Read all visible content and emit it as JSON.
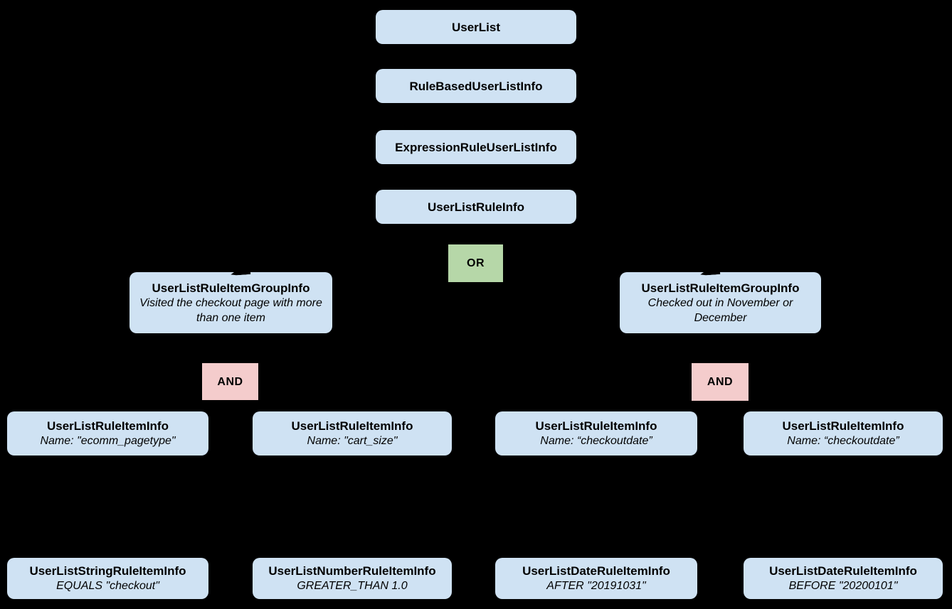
{
  "diagram": {
    "background_color": "#000000",
    "colors": {
      "class_box_fill": "#cfe2f3",
      "or_box_fill": "#b6d7a8",
      "and_box_fill": "#f4cccc",
      "text": "#000000"
    },
    "chain": [
      {
        "label": "UserList"
      },
      {
        "label": "RuleBasedUserListInfo"
      },
      {
        "label": "ExpressionRuleUserListInfo"
      },
      {
        "label": "UserListRuleInfo"
      }
    ],
    "or_node": {
      "label": "OR"
    },
    "and_nodes": [
      {
        "label": "AND"
      },
      {
        "label": "AND"
      }
    ],
    "groups": [
      {
        "title": "UserListRuleItemGroupInfo",
        "note": "Visited the checkout page with more than one item"
      },
      {
        "title": "UserListRuleItemGroupInfo",
        "note": "Checked out in November or December"
      }
    ],
    "rule_items": [
      {
        "title": "UserListRuleItemInfo",
        "note": "Name: \"ecomm_pagetype\""
      },
      {
        "title": "UserListRuleItemInfo",
        "note": "Name: \"cart_size\""
      },
      {
        "title": "UserListRuleItemInfo",
        "note": "Name: “checkoutdate”"
      },
      {
        "title": "UserListRuleItemInfo",
        "note": "Name: “checkoutdate”"
      }
    ],
    "operand_items": [
      {
        "title": "UserListStringRuleItemInfo",
        "note": "EQUALS \"checkout\""
      },
      {
        "title": "UserListNumberRuleItemInfo",
        "note": "GREATER_THAN 1.0"
      },
      {
        "title": "UserListDateRuleItemInfo",
        "note": "AFTER \"20191031\""
      },
      {
        "title": "UserListDateRuleItemInfo",
        "note": "BEFORE \"20200101\""
      }
    ]
  }
}
